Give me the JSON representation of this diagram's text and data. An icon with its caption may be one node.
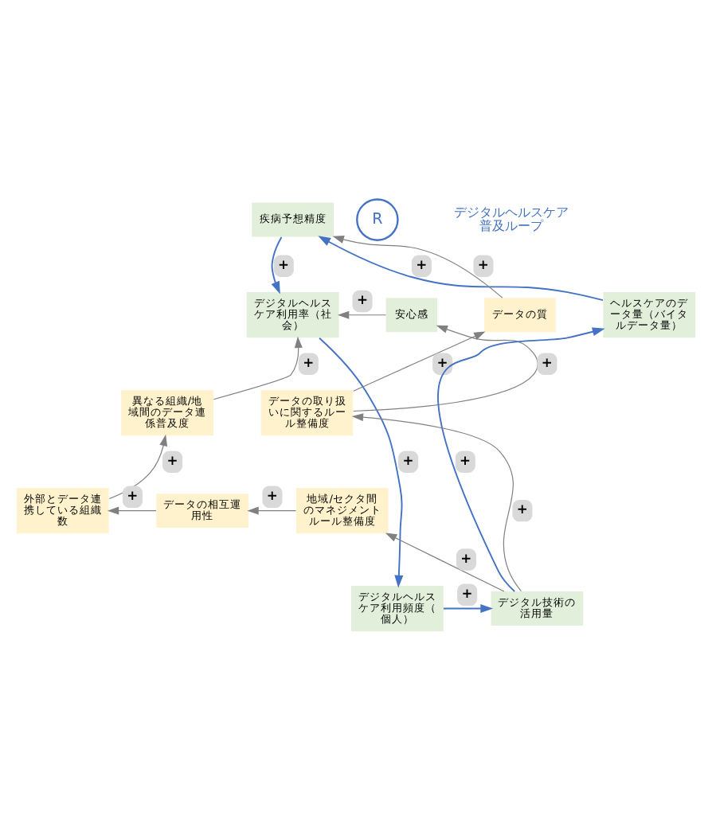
{
  "diagram": {
    "nodes": [
      {
        "text": [
          "疾病予想精度"
        ]
      },
      {
        "text": [
          "デジタルヘルスケア利用率（社会）"
        ]
      },
      {
        "text": [
          "安心感"
        ]
      },
      {
        "text": [
          "データの質"
        ]
      },
      {
        "text": [
          "ヘルスケアのデータ量（バイタルデータ量）"
        ]
      },
      {
        "text": [
          "異なる組織/地域間のデータ連係普及度"
        ]
      },
      {
        "text": [
          "データの取り扱いに関するルール整備度"
        ]
      },
      {
        "text": [
          "外部とデータ連携している組織数"
        ]
      },
      {
        "text": [
          "データの相互運用性"
        ]
      },
      {
        "text": [
          "地域/セクタ間のマネジメントルール整備度"
        ]
      },
      {
        "text": [
          "デジタルヘルスケア利用頻度（個人）"
        ]
      },
      {
        "text": [
          "デジタル技術の活用量"
        ]
      }
    ],
    "edges": [
      {
        "from": 0,
        "to": 1,
        "arrow": "to",
        "label": "+",
        "color": "#4472c4"
      },
      {
        "from": 4,
        "to": 0,
        "arrow": "to",
        "label": "+",
        "color": "#4472c4"
      },
      {
        "from": 3,
        "to": 0,
        "arrow": "to",
        "label": "+"
      },
      {
        "from": 2,
        "to": 1,
        "arrow": "to",
        "label": "+"
      },
      {
        "from": 5,
        "to": 1,
        "arrow": "to",
        "label": "+"
      },
      {
        "from": 1,
        "to": 10,
        "arrow": "to",
        "label": "+",
        "color": "#4472c4"
      },
      {
        "from": 6,
        "to": 3,
        "arrow": "to",
        "label": "+"
      },
      {
        "from": 6,
        "to": 2,
        "arrow": "to",
        "label": "+"
      },
      {
        "from": 7,
        "to": 5,
        "arrow": "to",
        "label": "+"
      },
      {
        "from": 8,
        "to": 7,
        "arrow": "to",
        "label": "+"
      },
      {
        "from": 9,
        "to": 8,
        "arrow": "to",
        "label": "+"
      },
      {
        "from": 11,
        "to": 4,
        "arrow": "to",
        "label": "+",
        "color": "#4472c4"
      },
      {
        "from": 11,
        "to": 6,
        "arrow": "to",
        "label": "+"
      },
      {
        "from": 11,
        "to": 9,
        "arrow": "to",
        "label": "+"
      },
      {
        "from": 10,
        "to": 11,
        "arrow": "to",
        "label": "+",
        "color": "#4472c4"
      }
    ],
    "labels": [
      "R",
      "デジタルヘルスケア普及ループ"
    ]
  }
}
